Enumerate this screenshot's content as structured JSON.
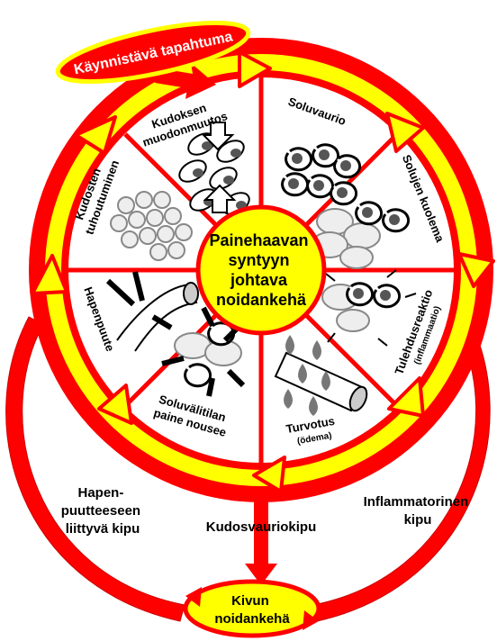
{
  "trigger": "Käynnistävä tapahtuma",
  "center": [
    "Painehaavan",
    "syntyyn",
    "johtava",
    "noidankehä"
  ],
  "segments": [
    {
      "label": "Kudoksen",
      "label2": "muodonmuutos"
    },
    {
      "label": "Soluvaurio"
    },
    {
      "label": "Solujen kuolema"
    },
    {
      "label": "Tulehdusreaktio",
      "sub": "(inflammaatio)"
    },
    {
      "label": "Turvotus",
      "sub": "(ödema)"
    },
    {
      "label": "Soluvälitilan",
      "label2": "paine nousee"
    },
    {
      "label": "Hapenpuute"
    },
    {
      "label": "Kudosten",
      "label2": "tuhoutuminen"
    }
  ],
  "outcomes": {
    "left": [
      "Hapen-",
      "puutteeseen",
      "liittyvä kipu"
    ],
    "middle": "Kudosvauriokipu",
    "right": [
      "Inflammatorinen",
      "kipu"
    ],
    "bottom": [
      "Kivun",
      "noidankehä"
    ]
  },
  "colors": {
    "red": "#ff0000",
    "yellow": "#ffff00",
    "dark_gray": "#555555",
    "light_gray": "#dddddd"
  }
}
